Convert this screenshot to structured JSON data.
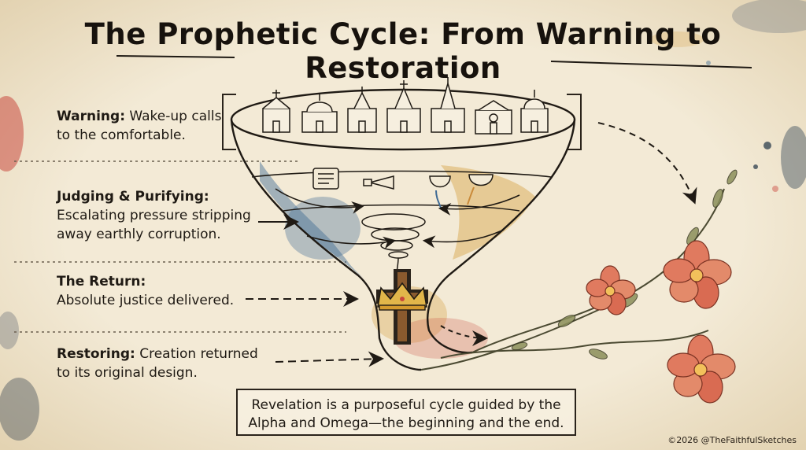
{
  "title": "The Prophetic Cycle: From Warning to Restoration",
  "stages": [
    {
      "head": "Warning:",
      "text": "Wake-up calls to the comfortable."
    },
    {
      "head": "Judging & Purifying:",
      "text": "Escalating pressure stripping away earthly corruption."
    },
    {
      "head": "The Return:",
      "text": "Absolute justice delivered."
    },
    {
      "head": "Restoring:",
      "text": "Creation returned to its original design."
    }
  ],
  "callout": "Revelation is a purposeful cycle guided by the Alpha and Omega—the beginning and the end.",
  "credit": "©2026 @TheFaithfulSketches",
  "colors": {
    "paper": "#f1e7d2",
    "ink": "#1f1a14",
    "blue_wash": "#3e6a94",
    "amber_wash": "#d8a448",
    "red_wash": "#c9463c",
    "flower": "#e07a5f",
    "leaf": "#8a8f5a"
  },
  "icons": [
    "church-icon",
    "scroll-icon",
    "trumpet-icon",
    "bowl-icon",
    "whirlwind-icon",
    "cross-icon",
    "crown-icon",
    "flower-icon"
  ]
}
